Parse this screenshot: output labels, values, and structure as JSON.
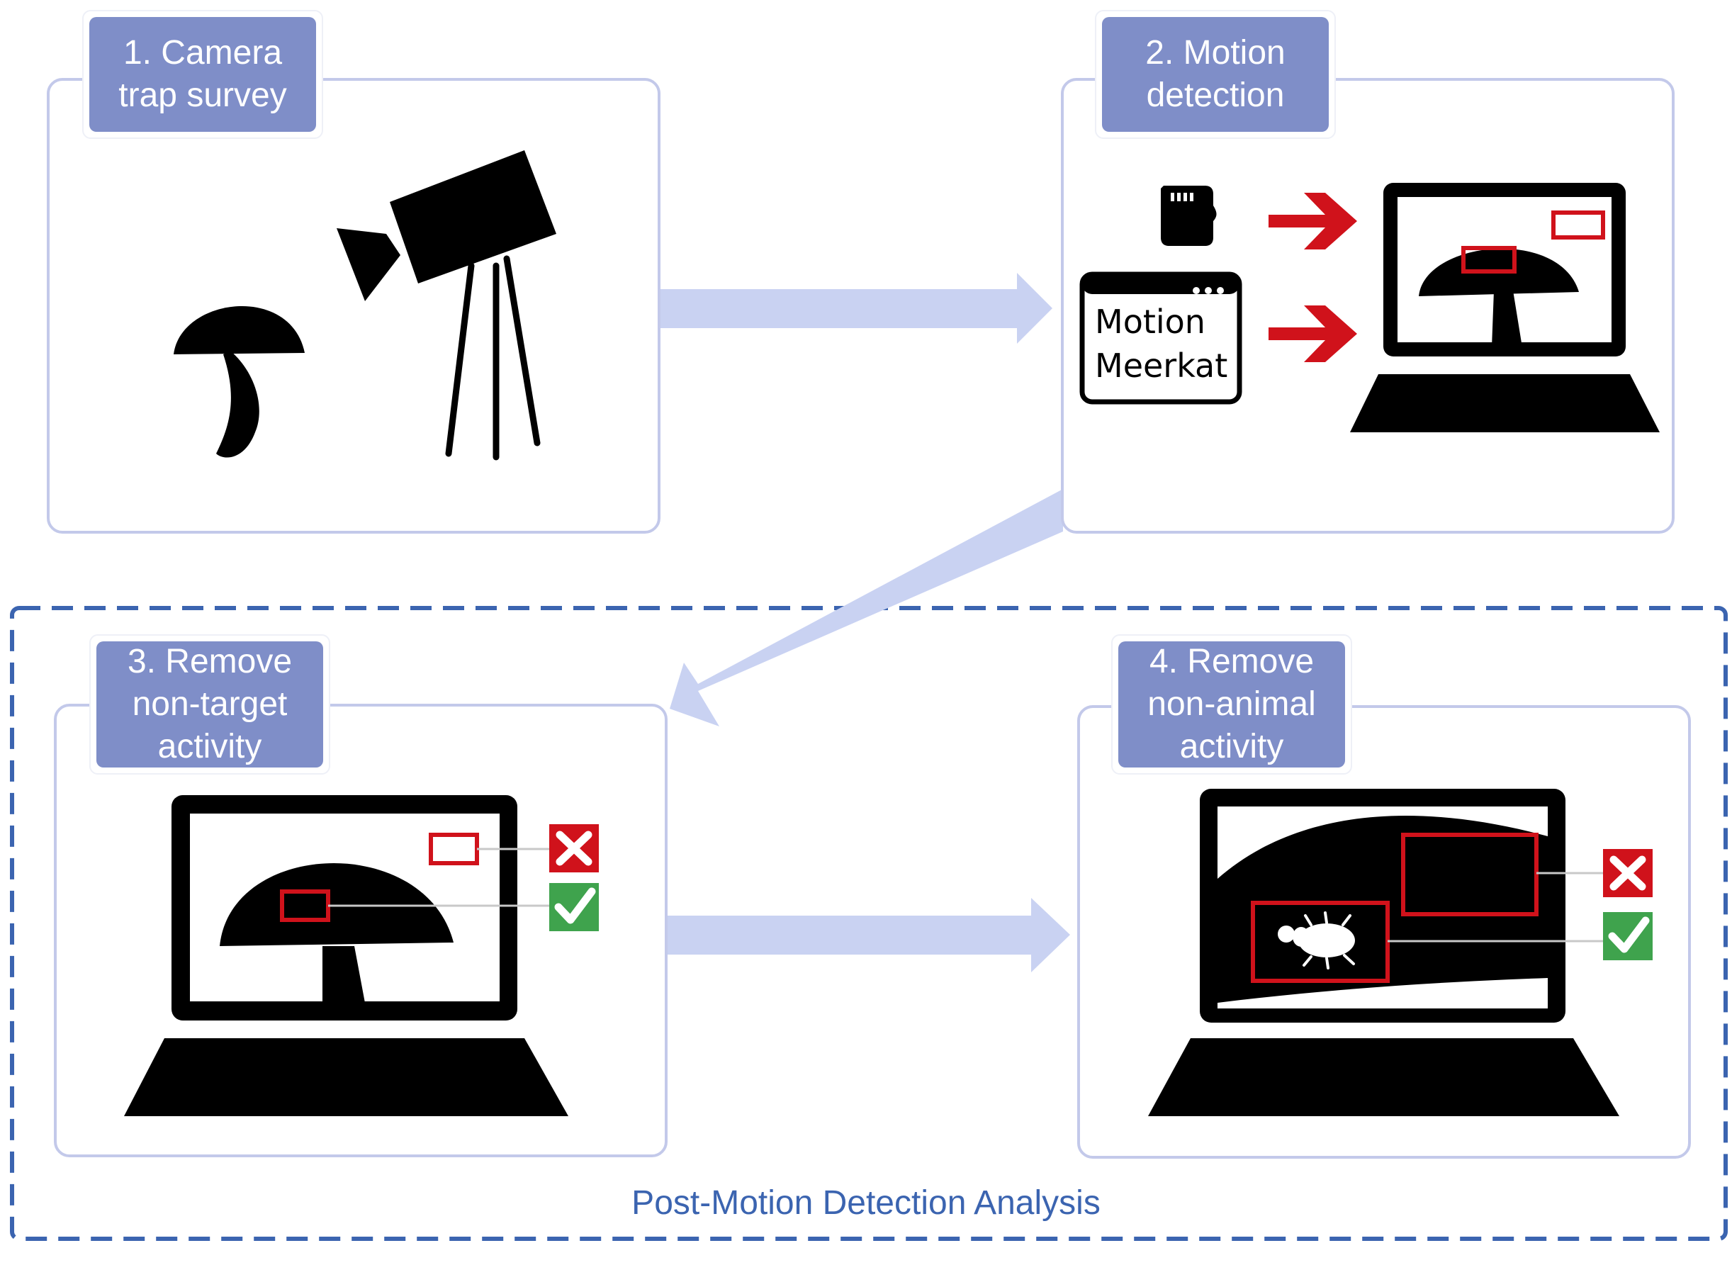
{
  "steps": [
    {
      "label": "1. Camera\ntrap survey"
    },
    {
      "label": "2. Motion\ndetection"
    },
    {
      "label": "3. Remove\nnon-target\nactivity"
    },
    {
      "label": "4. Remove\nnon-animal\nactivity"
    }
  ],
  "software_window": {
    "line1": "Motion",
    "line2": "Meerkat"
  },
  "analysis_group": {
    "caption": "Post-Motion Detection Analysis"
  },
  "colors": {
    "panel_border": "#c3c9ea",
    "label_fill": "#7f8ec8",
    "flow_arrow": "#c9d2f2",
    "dashed_border": "#3b64b0",
    "alert_red": "#d0121b",
    "check_green": "#3fa34d"
  },
  "icons": [
    "mushroom-icon",
    "camera-icon",
    "tripod-icon",
    "sd-card-icon",
    "laptop-icon",
    "red-arrow-icon",
    "reject-icon",
    "accept-icon",
    "beetle-icon"
  ]
}
